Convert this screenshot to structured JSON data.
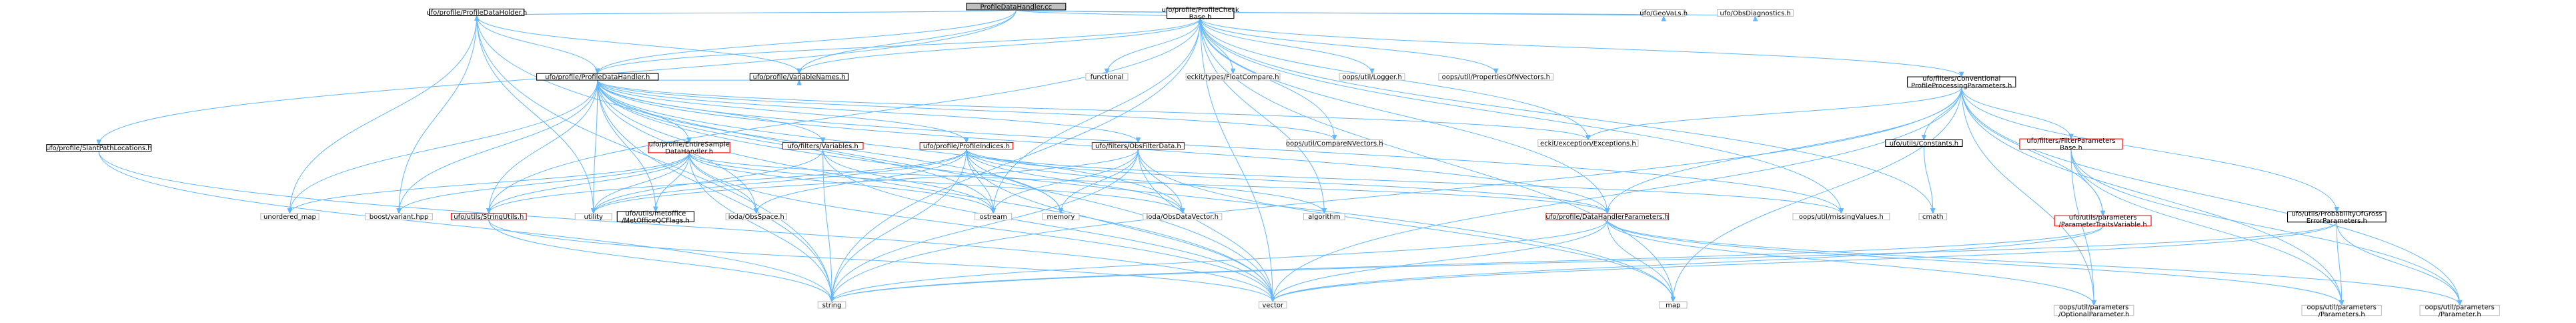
{
  "diagram": {
    "title": "ProfileDataHandler.cc",
    "colors": {
      "edge": "#63b8ff",
      "root_fill": "#bfbfbf",
      "root_border": "#000000",
      "doc_border": "#000000",
      "missing_doc_border": "#ff0000",
      "external_border": "#bfbfbf",
      "node_fill": "#ffffff"
    },
    "nodes": [
      {
        "id": "root",
        "lines": [
          "ProfileDataHandler.cc"
        ],
        "kind": "root"
      },
      {
        "id": "holder",
        "lines": [
          "ufo/profile/ProfileDataHolder.h"
        ],
        "kind": "doc"
      },
      {
        "id": "checkbase",
        "lines": [
          "ufo/profile/ProfileCheck",
          "Base.h"
        ],
        "kind": "doc"
      },
      {
        "id": "geovals",
        "lines": [
          "ufo/GeoVaLs.h"
        ],
        "kind": "external"
      },
      {
        "id": "obsdiag",
        "lines": [
          "ufo/ObsDiagnostics.h"
        ],
        "kind": "external"
      },
      {
        "id": "handler",
        "lines": [
          "ufo/profile/ProfileDataHandler.h"
        ],
        "kind": "doc"
      },
      {
        "id": "varnames",
        "lines": [
          "ufo/profile/VariableNames.h"
        ],
        "kind": "doc"
      },
      {
        "id": "functional",
        "lines": [
          "functional"
        ],
        "kind": "external"
      },
      {
        "id": "floatcmp",
        "lines": [
          "eckit/types/FloatCompare.h"
        ],
        "kind": "external"
      },
      {
        "id": "logger",
        "lines": [
          "oops/util/Logger.h"
        ],
        "kind": "external"
      },
      {
        "id": "propnvec",
        "lines": [
          "oops/util/PropertiesOfNVectors.h"
        ],
        "kind": "external"
      },
      {
        "id": "convparams",
        "lines": [
          "ufo/filters/Conventional",
          "ProfileProcessingParameters.h"
        ],
        "kind": "doc"
      },
      {
        "id": "slant",
        "lines": [
          "ufo/profile/SlantPathLocations.h"
        ],
        "kind": "doc"
      },
      {
        "id": "entire",
        "lines": [
          "ufo/profile/EntireSample",
          "DataHandler.h"
        ],
        "kind": "missing"
      },
      {
        "id": "variables",
        "lines": [
          "ufo/filters/Variables.h"
        ],
        "kind": "missing"
      },
      {
        "id": "indices",
        "lines": [
          "ufo/profile/ProfileIndices.h"
        ],
        "kind": "missing"
      },
      {
        "id": "obsfilter",
        "lines": [
          "ufo/filters/ObsFilterData.h"
        ],
        "kind": "missing"
      },
      {
        "id": "comparenvec",
        "lines": [
          "oops/util/CompareNVectors.h"
        ],
        "kind": "external"
      },
      {
        "id": "exceptions",
        "lines": [
          "eckit/exception/Exceptions.h"
        ],
        "kind": "external"
      },
      {
        "id": "constants",
        "lines": [
          "ufo/utils/Constants.h"
        ],
        "kind": "doc"
      },
      {
        "id": "filterparams",
        "lines": [
          "ufo/filters/FilterParameters",
          "Base.h"
        ],
        "kind": "missing"
      },
      {
        "id": "unordered",
        "lines": [
          "unordered_map"
        ],
        "kind": "external"
      },
      {
        "id": "boostvariant",
        "lines": [
          "boost/variant.hpp"
        ],
        "kind": "external"
      },
      {
        "id": "stringutils",
        "lines": [
          "ufo/utils/StringUtils.h"
        ],
        "kind": "missing"
      },
      {
        "id": "utility",
        "lines": [
          "utility"
        ],
        "kind": "external"
      },
      {
        "id": "metoffice",
        "lines": [
          "ufo/utils/metoffice",
          "/MetOfficeQCFlags.h"
        ],
        "kind": "doc"
      },
      {
        "id": "obsspace",
        "lines": [
          "ioda/ObsSpace.h"
        ],
        "kind": "external"
      },
      {
        "id": "ostream",
        "lines": [
          "ostream"
        ],
        "kind": "external"
      },
      {
        "id": "memory",
        "lines": [
          "memory"
        ],
        "kind": "external"
      },
      {
        "id": "obsdatavec",
        "lines": [
          "ioda/ObsDataVector.h"
        ],
        "kind": "external"
      },
      {
        "id": "algorithm",
        "lines": [
          "algorithm"
        ],
        "kind": "external"
      },
      {
        "id": "dhparams",
        "lines": [
          "ufo/profile/DataHandlerParameters.h"
        ],
        "kind": "missing"
      },
      {
        "id": "missingvals",
        "lines": [
          "oops/util/missingValues.h"
        ],
        "kind": "external"
      },
      {
        "id": "cmath",
        "lines": [
          "cmath"
        ],
        "kind": "external"
      },
      {
        "id": "traitvar",
        "lines": [
          "ufo/utils/parameters",
          "/ParameterTraitsVariable.h"
        ],
        "kind": "missing"
      },
      {
        "id": "probgross",
        "lines": [
          "ufo/utils/ProbabilityOfGross",
          "ErrorParameters.h"
        ],
        "kind": "doc"
      },
      {
        "id": "string",
        "lines": [
          "string"
        ],
        "kind": "external"
      },
      {
        "id": "vector",
        "lines": [
          "vector"
        ],
        "kind": "external"
      },
      {
        "id": "map",
        "lines": [
          "map"
        ],
        "kind": "external"
      },
      {
        "id": "optparam",
        "lines": [
          "oops/util/parameters",
          "/OptionalParameter.h"
        ],
        "kind": "external"
      },
      {
        "id": "params",
        "lines": [
          "oops/util/parameters",
          "/Parameters.h"
        ],
        "kind": "external"
      },
      {
        "id": "param",
        "lines": [
          "oops/util/parameters",
          "/Parameter.h"
        ],
        "kind": "external"
      }
    ],
    "edges": [
      [
        "root",
        "holder"
      ],
      [
        "root",
        "checkbase"
      ],
      [
        "root",
        "geovals"
      ],
      [
        "root",
        "obsdiag"
      ],
      [
        "root",
        "handler"
      ],
      [
        "root",
        "varnames"
      ],
      [
        "root",
        "slant"
      ],
      [
        "holder",
        "handler"
      ],
      [
        "holder",
        "varnames"
      ],
      [
        "holder",
        "unordered"
      ],
      [
        "holder",
        "boostvariant"
      ],
      [
        "holder",
        "utility"
      ],
      [
        "holder",
        "string"
      ],
      [
        "holder",
        "vector"
      ],
      [
        "checkbase",
        "handler"
      ],
      [
        "checkbase",
        "varnames"
      ],
      [
        "checkbase",
        "functional"
      ],
      [
        "checkbase",
        "floatcmp"
      ],
      [
        "checkbase",
        "logger"
      ],
      [
        "checkbase",
        "propnvec"
      ],
      [
        "checkbase",
        "convparams"
      ],
      [
        "checkbase",
        "stringutils"
      ],
      [
        "checkbase",
        "ostream"
      ],
      [
        "checkbase",
        "comparenvec"
      ],
      [
        "checkbase",
        "exceptions"
      ],
      [
        "checkbase",
        "missingvals"
      ],
      [
        "checkbase",
        "cmath"
      ],
      [
        "checkbase",
        "dhparams"
      ],
      [
        "checkbase",
        "algorithm"
      ],
      [
        "checkbase",
        "string"
      ],
      [
        "checkbase",
        "vector"
      ],
      [
        "checkbase",
        "map"
      ],
      [
        "handler",
        "varnames"
      ],
      [
        "handler",
        "entire"
      ],
      [
        "handler",
        "variables"
      ],
      [
        "handler",
        "indices"
      ],
      [
        "handler",
        "obsfilter"
      ],
      [
        "handler",
        "comparenvec"
      ],
      [
        "handler",
        "exceptions"
      ],
      [
        "handler",
        "dhparams"
      ],
      [
        "handler",
        "unordered"
      ],
      [
        "handler",
        "boostvariant"
      ],
      [
        "handler",
        "stringutils"
      ],
      [
        "handler",
        "utility"
      ],
      [
        "handler",
        "metoffice"
      ],
      [
        "handler",
        "obsspace"
      ],
      [
        "handler",
        "ostream"
      ],
      [
        "handler",
        "memory"
      ],
      [
        "handler",
        "obsdatavec"
      ],
      [
        "handler",
        "missingvals"
      ],
      [
        "handler",
        "string"
      ],
      [
        "handler",
        "vector"
      ],
      [
        "handler",
        "map"
      ],
      [
        "convparams",
        "exceptions"
      ],
      [
        "convparams",
        "constants"
      ],
      [
        "convparams",
        "filterparams"
      ],
      [
        "convparams",
        "dhparams"
      ],
      [
        "convparams",
        "traitvar"
      ],
      [
        "convparams",
        "probgross"
      ],
      [
        "convparams",
        "string"
      ],
      [
        "convparams",
        "vector"
      ],
      [
        "convparams",
        "map"
      ],
      [
        "convparams",
        "optparam"
      ],
      [
        "convparams",
        "params"
      ],
      [
        "convparams",
        "param"
      ],
      [
        "slant",
        "string"
      ],
      [
        "slant",
        "vector"
      ],
      [
        "entire",
        "unordered"
      ],
      [
        "entire",
        "boostvariant"
      ],
      [
        "entire",
        "stringutils"
      ],
      [
        "entire",
        "utility"
      ],
      [
        "entire",
        "metoffice"
      ],
      [
        "entire",
        "obsspace"
      ],
      [
        "entire",
        "ostream"
      ],
      [
        "entire",
        "obsdatavec"
      ],
      [
        "entire",
        "dhparams"
      ],
      [
        "entire",
        "string"
      ],
      [
        "entire",
        "vector"
      ],
      [
        "variables",
        "utility"
      ],
      [
        "variables",
        "ostream"
      ],
      [
        "variables",
        "string"
      ],
      [
        "variables",
        "vector"
      ],
      [
        "indices",
        "utility"
      ],
      [
        "indices",
        "ostream"
      ],
      [
        "indices",
        "memory"
      ],
      [
        "indices",
        "obsdatavec"
      ],
      [
        "indices",
        "algorithm"
      ],
      [
        "indices",
        "dhparams"
      ],
      [
        "indices",
        "missingvals"
      ],
      [
        "indices",
        "string"
      ],
      [
        "indices",
        "vector"
      ],
      [
        "indices",
        "obsspace"
      ],
      [
        "indices",
        "stringutils"
      ],
      [
        "obsfilter",
        "ostream"
      ],
      [
        "obsfilter",
        "obsdatavec"
      ],
      [
        "obsfilter",
        "memory"
      ],
      [
        "obsfilter",
        "vector"
      ],
      [
        "obsfilter",
        "map"
      ],
      [
        "obsfilter",
        "string"
      ],
      [
        "obsfilter",
        "utility"
      ],
      [
        "constants",
        "cmath"
      ],
      [
        "filterparams",
        "traitvar"
      ],
      [
        "filterparams",
        "optparam"
      ],
      [
        "filterparams",
        "params"
      ],
      [
        "filterparams",
        "param"
      ],
      [
        "stringutils",
        "string"
      ],
      [
        "stringutils",
        "vector"
      ],
      [
        "dhparams",
        "string"
      ],
      [
        "dhparams",
        "vector"
      ],
      [
        "dhparams",
        "map"
      ],
      [
        "dhparams",
        "optparam"
      ],
      [
        "dhparams",
        "params"
      ],
      [
        "dhparams",
        "param"
      ],
      [
        "traitvar",
        "string"
      ],
      [
        "traitvar",
        "vector"
      ],
      [
        "probgross",
        "vector"
      ],
      [
        "probgross",
        "string"
      ],
      [
        "probgross",
        "params"
      ],
      [
        "probgross",
        "param"
      ]
    ]
  }
}
